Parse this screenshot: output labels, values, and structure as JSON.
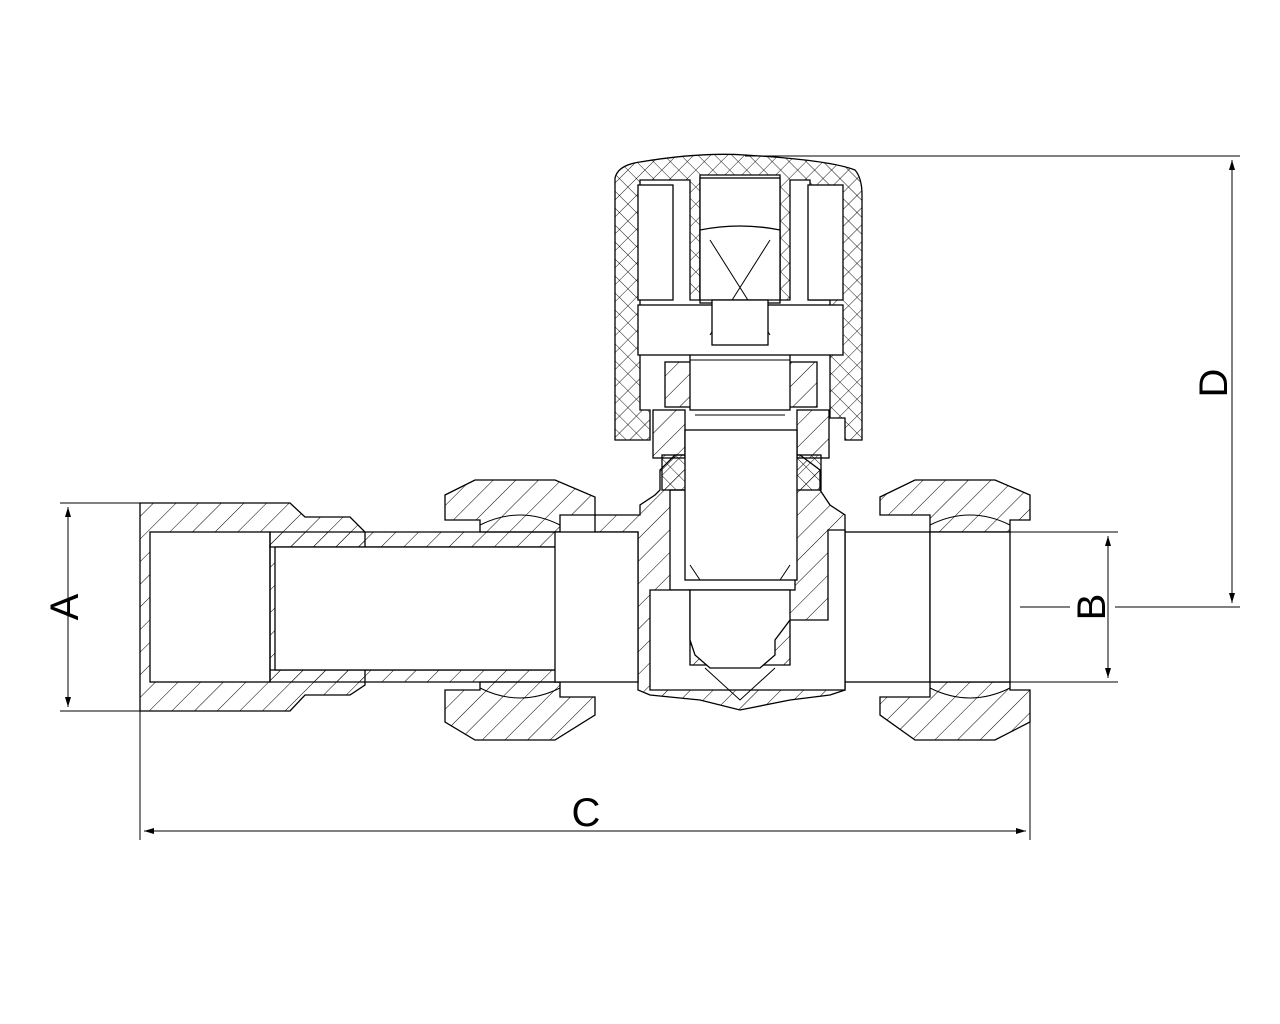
{
  "labels": {
    "dim_a": "A",
    "dim_b": "B",
    "dim_c": "C",
    "dim_d": "D"
  },
  "colors": {
    "line": "#000000",
    "background": "#ffffff"
  }
}
